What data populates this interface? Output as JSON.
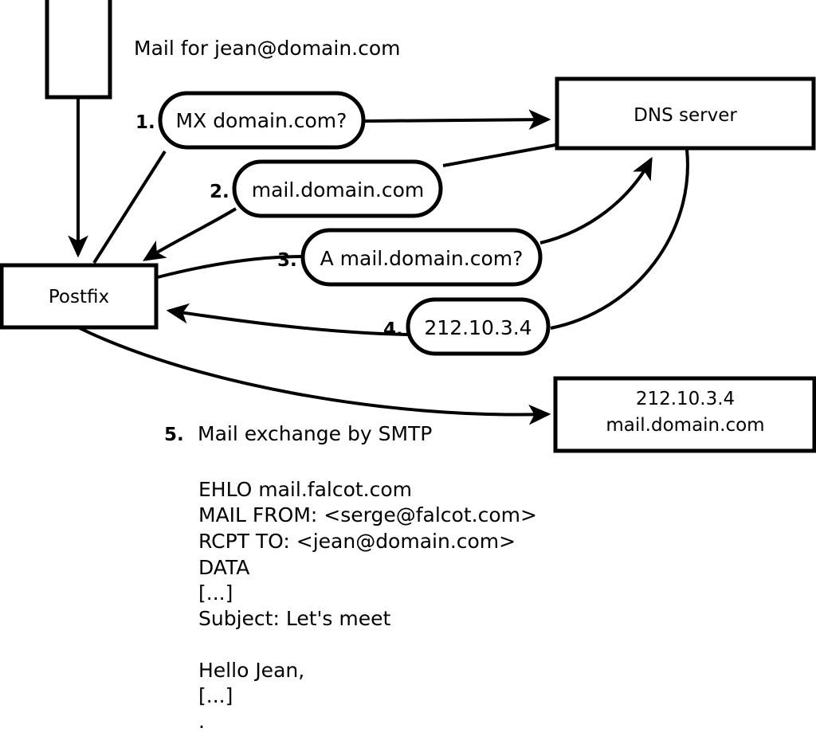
{
  "diagram": {
    "title_note": "Mail for jean@domain.com",
    "nodes": [
      {
        "id": "client",
        "label": "",
        "type": "box"
      },
      {
        "id": "postfix",
        "label": "Postfix",
        "type": "box"
      },
      {
        "id": "dns",
        "label": "DNS server",
        "type": "box"
      },
      {
        "id": "target",
        "label_line1": "212.10.3.4",
        "label_line2": "mail.domain.com",
        "type": "box"
      }
    ],
    "steps": [
      {
        "num": "1.",
        "label": "MX domain.com?"
      },
      {
        "num": "2.",
        "label": "mail.domain.com"
      },
      {
        "num": "3.",
        "label": "A mail.domain.com?"
      },
      {
        "num": "4.",
        "label": "212.10.3.4"
      },
      {
        "num": "5.",
        "label": "Mail exchange by SMTP"
      }
    ],
    "smtp_transcript": [
      "EHLO mail.falcot.com",
      "MAIL FROM: <serge@falcot.com>",
      "RCPT TO: <jean@domain.com>",
      "DATA",
      "[...]",
      "Subject: Let's meet",
      "",
      "Hello Jean,",
      "[...]",
      "."
    ],
    "colors": {
      "stroke": "#000000",
      "fill": "#ffffff",
      "background": "#ffffff"
    }
  }
}
